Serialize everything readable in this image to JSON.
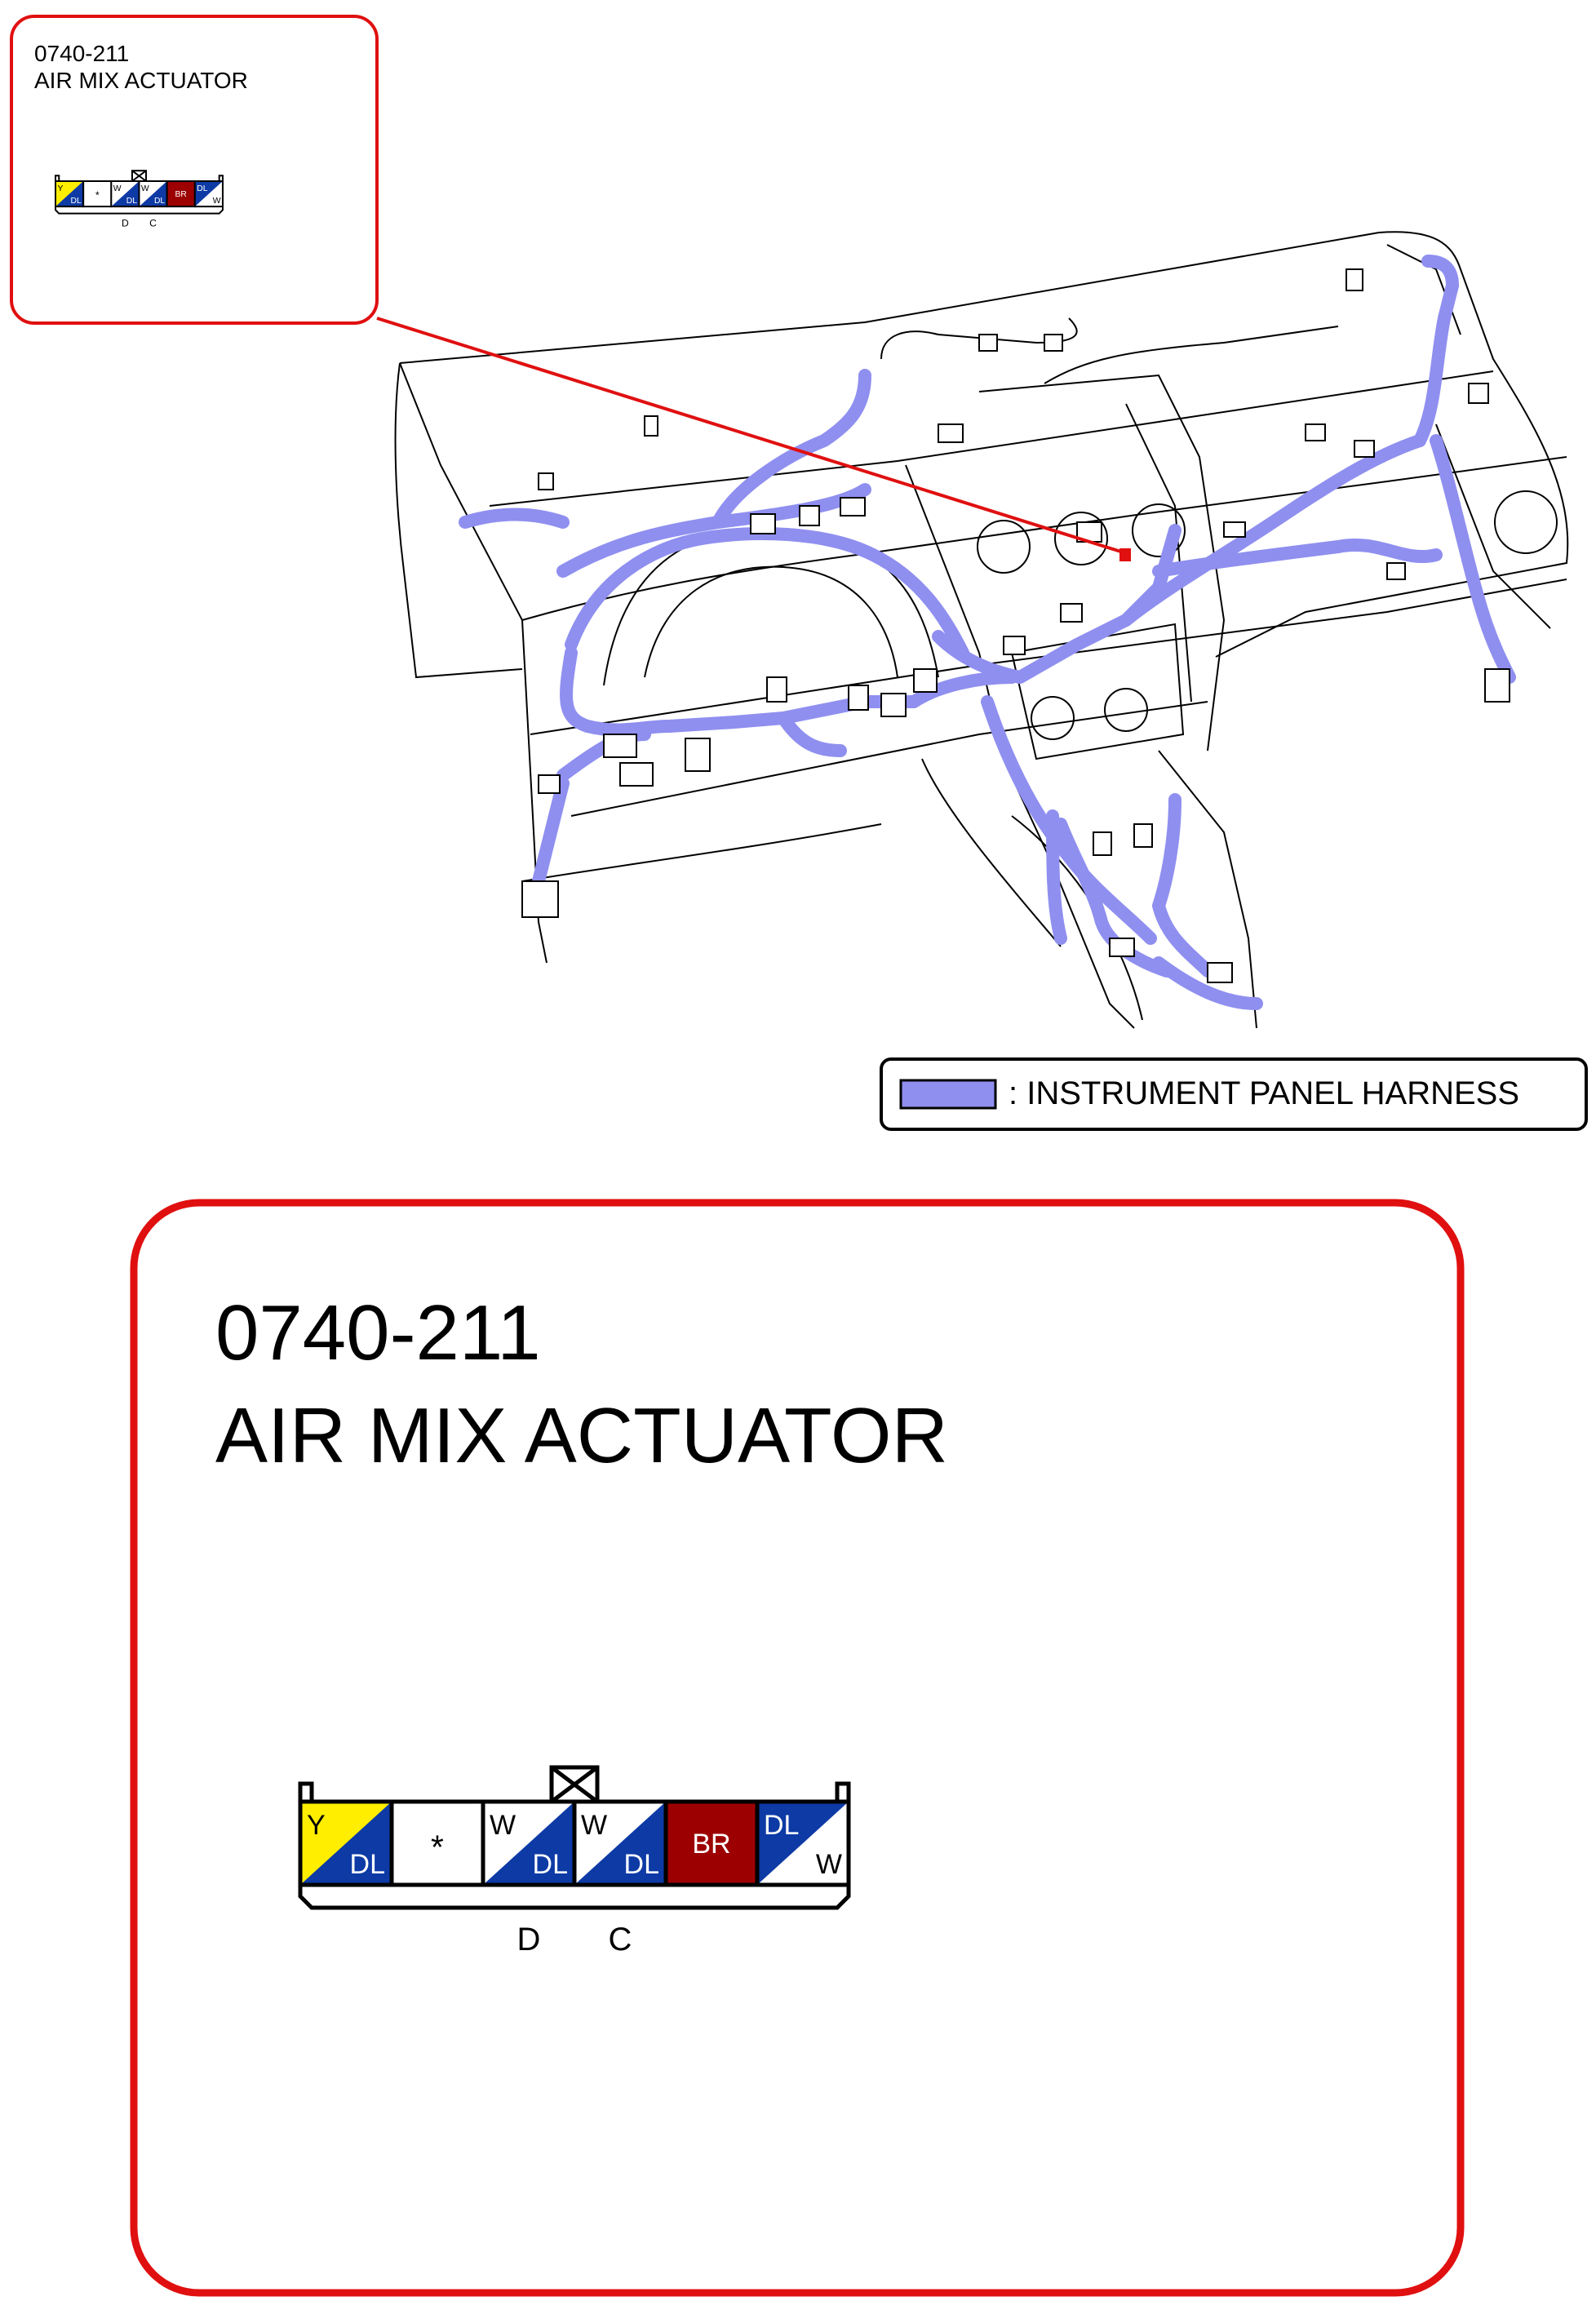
{
  "connector": {
    "code": "0740-211",
    "name": "AIR MIX ACTUATOR"
  },
  "legend": {
    "label": ": INSTRUMENT PANEL HARNESS"
  },
  "pins": [
    {
      "top": "Y",
      "bottom": "DL",
      "top_color": "#ffee00",
      "bottom_color": "#0d3aa5",
      "top_text_color": "#000000",
      "bottom_text_color": "#ffffff"
    },
    {
      "symbol": "*"
    },
    {
      "top": "W",
      "bottom": "DL",
      "top_color": "#ffffff",
      "bottom_color": "#0d3aa5",
      "top_text_color": "#000000",
      "bottom_text_color": "#ffffff"
    },
    {
      "top": "W",
      "bottom": "DL",
      "top_color": "#ffffff",
      "bottom_color": "#0d3aa5",
      "top_text_color": "#000000",
      "bottom_text_color": "#ffffff"
    },
    {
      "solid": "BR",
      "solid_color": "#9c0000",
      "solid_text_color": "#ffffff"
    },
    {
      "top": "DL",
      "bottom": "W",
      "top_color": "#0d3aa5",
      "bottom_color": "#ffffff",
      "top_text_color": "#ffffff",
      "bottom_text_color": "#000000"
    }
  ],
  "pin_letters": [
    {
      "pin": 2,
      "label": "D"
    },
    {
      "pin": 3,
      "label": "C"
    }
  ],
  "colors": {
    "harness": "#8f8ff0",
    "callout_border": "#e01010",
    "location_marker": "#e01010"
  }
}
